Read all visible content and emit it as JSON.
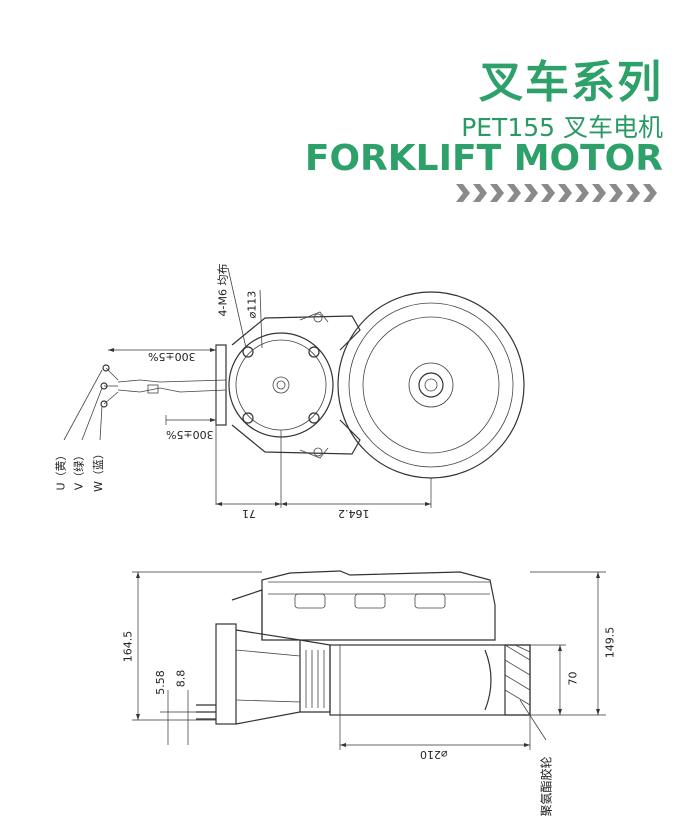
{
  "header": {
    "title_cn": "叉车系列",
    "model": "PET155 叉车电机",
    "title_en": "FORKLIFT MOTOR",
    "accent_color": "#2ea16a",
    "chevron_color": "#8a8a8a"
  },
  "top_view": {
    "bolt_note": "4-M6 均布",
    "bolt_circle": "⌀113",
    "cable_upper": "300±5%",
    "cable_lower": "300±5%",
    "dim_left": "71",
    "dim_right": "164.2",
    "wires": [
      "U（黄）",
      "V（绿）",
      "W（蓝）"
    ]
  },
  "side_view": {
    "height_total": "164.5",
    "height_right": "149.5",
    "dim_a": "5.58",
    "dim_b": "8.8",
    "wheel_width": "70",
    "wheel_diameter": "⌀210",
    "tire_label": "聚氨酯胶轮"
  }
}
